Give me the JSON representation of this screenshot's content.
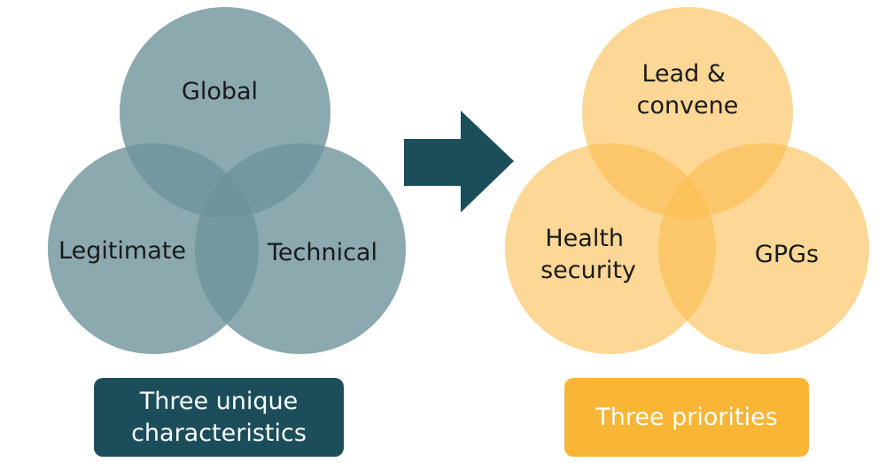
{
  "left_venn": {
    "circles": [
      {
        "label_lines": [
          "Global"
        ]
      },
      {
        "label_lines": [
          "Legitimate"
        ]
      },
      {
        "label_lines": [
          "Technical"
        ]
      }
    ],
    "caption": "Three unique\ncharacteristics",
    "circle_color": "#7a9ba3",
    "caption_color": "#1b4e5a"
  },
  "arrow": {
    "color": "#1b4e5a"
  },
  "right_venn": {
    "circles": [
      {
        "label_lines": [
          "Lead &",
          "convene"
        ]
      },
      {
        "label_lines": [
          "Health",
          "security"
        ]
      },
      {
        "label_lines": [
          "GPGs"
        ]
      }
    ],
    "caption": "Three priorities",
    "circle_color": "#fbc35e",
    "caption_color": "#f9b536"
  }
}
